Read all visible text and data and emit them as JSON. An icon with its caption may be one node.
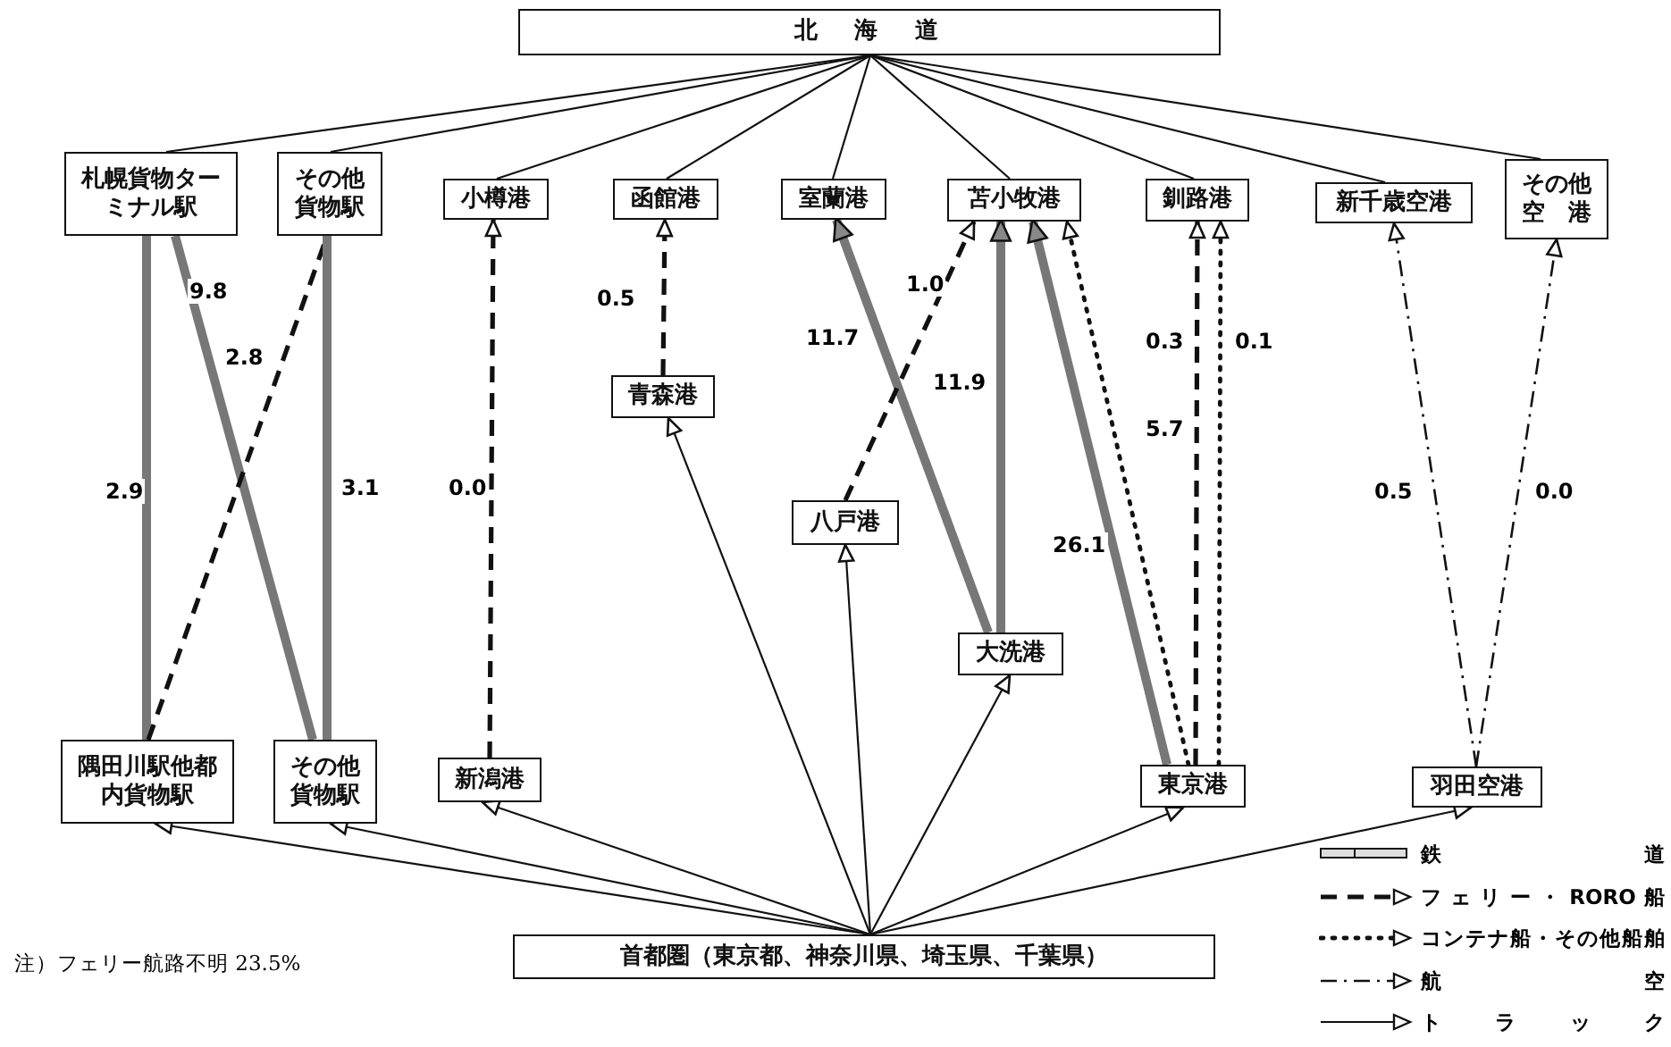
{
  "diagram": {
    "nodes": [
      {
        "text": [
          "北　海　道"
        ]
      },
      {
        "text": [
          "札幌貨物ターミナル駅"
        ]
      },
      {
        "text": [
          "その他貨物駅"
        ]
      },
      {
        "text": [
          "小樽港"
        ]
      },
      {
        "text": [
          "函館港"
        ]
      },
      {
        "text": [
          "室蘭港"
        ]
      },
      {
        "text": [
          "苫小牧港"
        ]
      },
      {
        "text": [
          "釧路港"
        ]
      },
      {
        "text": [
          "新千歳空港"
        ]
      },
      {
        "text": [
          "その他空　港"
        ]
      },
      {
        "text": [
          "青森港"
        ]
      },
      {
        "text": [
          "八戸港"
        ]
      },
      {
        "text": [
          "大洗港"
        ]
      },
      {
        "text": [
          "隅田川駅他都内貨物駅"
        ]
      },
      {
        "text": [
          "その他貨物駅"
        ]
      },
      {
        "text": [
          "新潟港"
        ]
      },
      {
        "text": [
          "東京港"
        ]
      },
      {
        "text": [
          "羽田空港"
        ]
      },
      {
        "text": [
          "首都圏（東京都、神奈川県、埼玉県、千葉県）"
        ]
      }
    ],
    "edges": [
      {
        "from": 0,
        "to": 1,
        "arrow": "none"
      },
      {
        "from": 0,
        "to": 2,
        "arrow": "none"
      },
      {
        "from": 0,
        "to": 3,
        "arrow": "none"
      },
      {
        "from": 0,
        "to": 4,
        "arrow": "none"
      },
      {
        "from": 0,
        "to": 5,
        "arrow": "none"
      },
      {
        "from": 0,
        "to": 6,
        "arrow": "none"
      },
      {
        "from": 0,
        "to": 7,
        "arrow": "none"
      },
      {
        "from": 0,
        "to": 8,
        "arrow": "none"
      },
      {
        "from": 0,
        "to": 9,
        "arrow": "none"
      },
      {
        "from": 13,
        "to": 1,
        "arrow": "none",
        "label": "2.9",
        "style": "thick",
        "color": "#777777"
      },
      {
        "from": 14,
        "to": 1,
        "arrow": "none",
        "label": "9.8",
        "style": "thick",
        "color": "#777777"
      },
      {
        "from": 13,
        "to": 2,
        "arrow": "none",
        "label": "2.8",
        "style": "dashed"
      },
      {
        "from": 14,
        "to": 2,
        "arrow": "none",
        "label": "3.1",
        "style": "thick",
        "color": "#777777"
      },
      {
        "from": 15,
        "to": 3,
        "arrow": "to",
        "label": "0.0",
        "style": "dashed"
      },
      {
        "from": 10,
        "to": 4,
        "arrow": "to",
        "label": "0.5",
        "style": "dashed"
      },
      {
        "from": 12,
        "to": 5,
        "arrow": "to",
        "label": "11.7",
        "style": "thick",
        "color": "#777777"
      },
      {
        "from": 11,
        "to": 6,
        "arrow": "to",
        "label": "1.0",
        "style": "dashed"
      },
      {
        "from": 12,
        "to": 6,
        "arrow": "to",
        "label": "11.9",
        "style": "thick",
        "color": "#777777"
      },
      {
        "from": 16,
        "to": 6,
        "arrow": "to",
        "label": "26.1",
        "style": "thick",
        "color": "#777777"
      },
      {
        "from": 16,
        "to": 6,
        "arrow": "to",
        "label": "5.7",
        "style": "dashed"
      },
      {
        "from": 16,
        "to": 7,
        "arrow": "to",
        "label": "0.3",
        "style": "dashed"
      },
      {
        "from": 16,
        "to": 7,
        "arrow": "to",
        "label": "0.1",
        "style": "dashed"
      },
      {
        "from": 17,
        "to": 8,
        "arrow": "to",
        "label": "0.5",
        "style": "dashed"
      },
      {
        "from": 17,
        "to": 9,
        "arrow": "to",
        "label": "0.0",
        "style": "dashed"
      },
      {
        "from": 18,
        "to": 13,
        "arrow": "to"
      },
      {
        "from": 18,
        "to": 14,
        "arrow": "to"
      },
      {
        "from": 18,
        "to": 15,
        "arrow": "to"
      },
      {
        "from": 18,
        "to": 10,
        "arrow": "to"
      },
      {
        "from": 18,
        "to": 11,
        "arrow": "to"
      },
      {
        "from": 18,
        "to": 12,
        "arrow": "to"
      },
      {
        "from": 18,
        "to": 16,
        "arrow": "to"
      },
      {
        "from": 18,
        "to": 17,
        "arrow": "to"
      }
    ],
    "labels": [
      "注）フェリー航路不明 23.5%"
    ],
    "legend": [
      {
        "text": "鉄道"
      },
      {
        "text": "フェリー・RORO船"
      },
      {
        "text": "コンテナ船・その他船舶"
      },
      {
        "text": "航空"
      },
      {
        "text": "トラック"
      }
    ]
  }
}
